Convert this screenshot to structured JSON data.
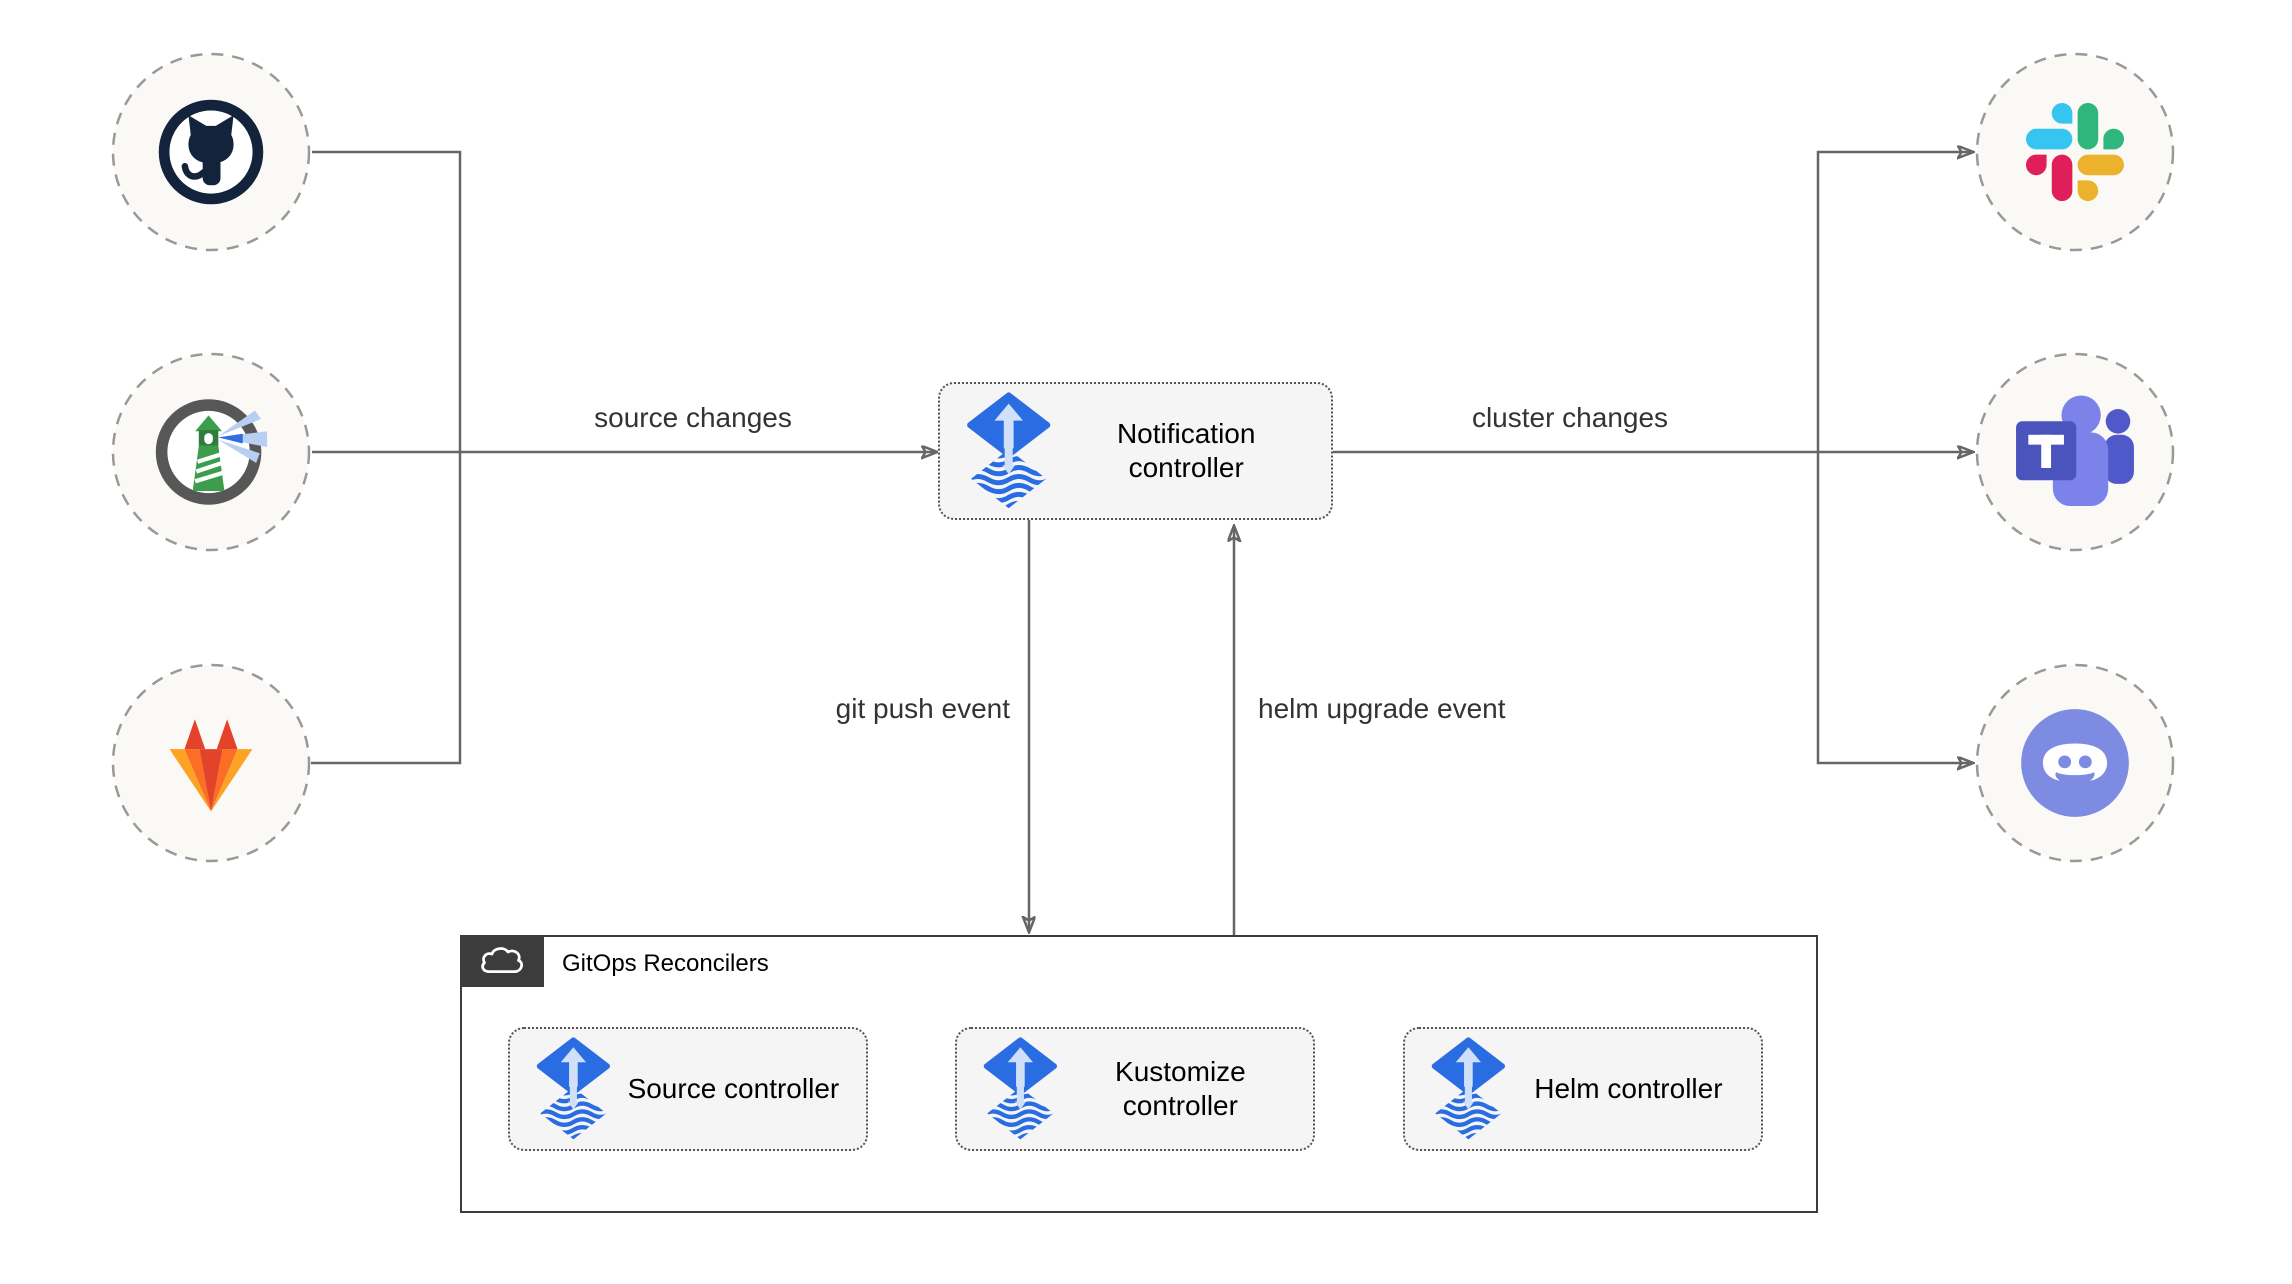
{
  "edge_labels": {
    "source_changes": "source changes",
    "cluster_changes": "cluster changes",
    "git_push_event": "git push event",
    "helm_upgrade_event": "helm upgrade event"
  },
  "notification_controller": {
    "label": "Notification controller"
  },
  "gitops_reconcilers": {
    "title": "GitOps Reconcilers",
    "controllers": [
      {
        "label": "Source controller"
      },
      {
        "label": "Kustomize controller"
      },
      {
        "label": "Helm controller"
      }
    ]
  },
  "platforms": {
    "sources": [
      {
        "name": "GitHub",
        "icon": "github-icon"
      },
      {
        "name": "Harbor",
        "icon": "harbor-icon"
      },
      {
        "name": "GitLab",
        "icon": "gitlab-icon"
      }
    ],
    "targets": [
      {
        "name": "Slack",
        "icon": "slack-icon"
      },
      {
        "name": "Microsoft Teams",
        "icon": "teams-icon"
      },
      {
        "name": "Discord",
        "icon": "discord-icon"
      }
    ]
  },
  "colors": {
    "flux_blue": "#2a6de2",
    "flux_light": "#cfe0f8",
    "line": "#666666",
    "box_fill": "#f5f5f5",
    "group_border": "#3c3c3c",
    "circle_fill": "#faf9f6",
    "slack": [
      "#36C5F0",
      "#2EB67D",
      "#ECB22E",
      "#E01E5A"
    ],
    "gitlab": [
      "#e24329",
      "#fc6d26",
      "#fca326"
    ],
    "teams": [
      "#4b53bc",
      "#7b83eb",
      "#5059c9"
    ],
    "discord": "#7d8be2",
    "github": "#13233b",
    "harbor_green": "#3c9e4d"
  }
}
